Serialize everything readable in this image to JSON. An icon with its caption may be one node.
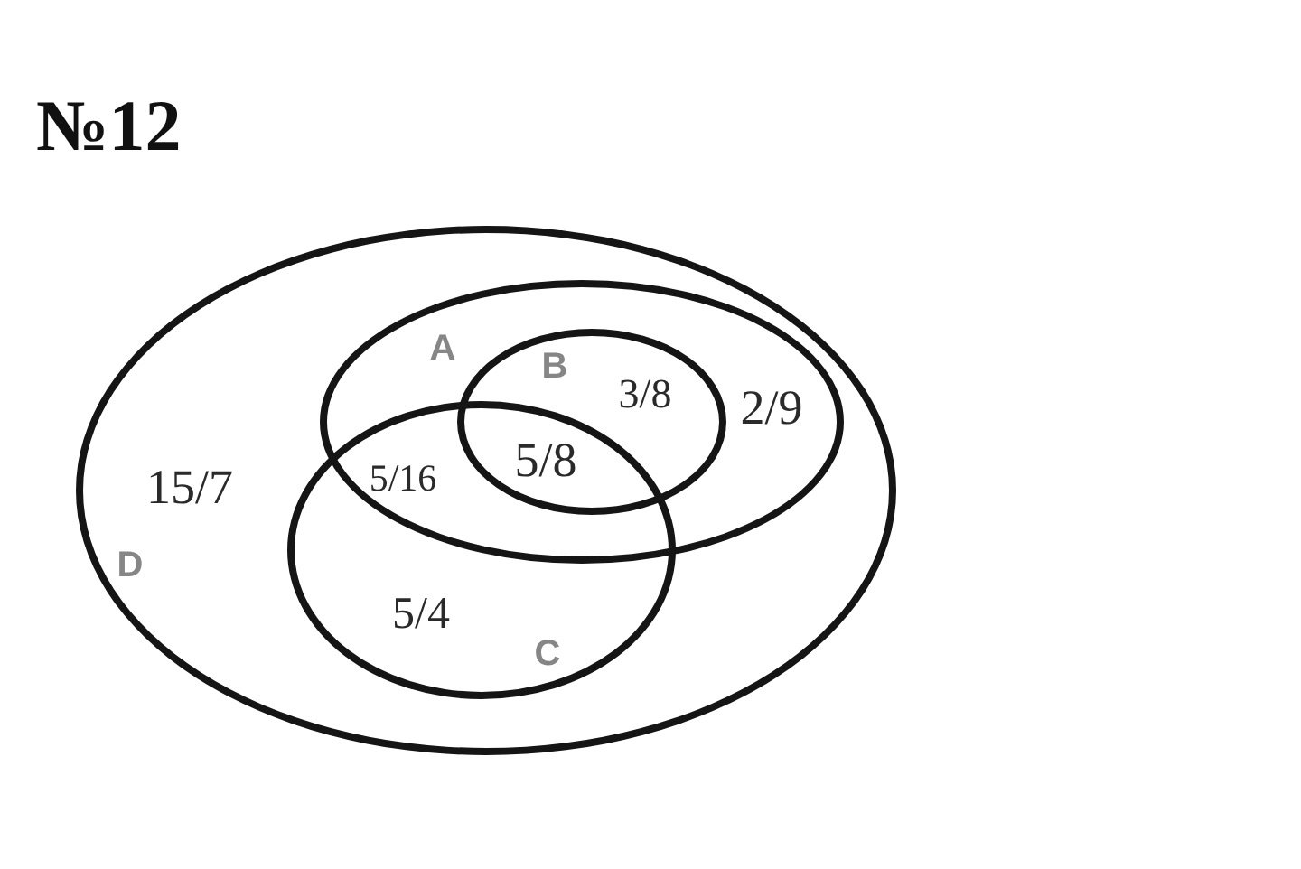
{
  "diagram": {
    "title": "№12",
    "nodes": [
      {
        "text": [
          "D"
        ]
      },
      {
        "text": [
          "A"
        ],
        "in": 0
      },
      {
        "text": [
          "B"
        ],
        "in": 1
      },
      {
        "text": [
          "C"
        ],
        "in": 0
      }
    ],
    "labels": [
      "3/8",
      "2/9",
      "15/7",
      "5/16",
      "5/8",
      "5/4"
    ]
  }
}
